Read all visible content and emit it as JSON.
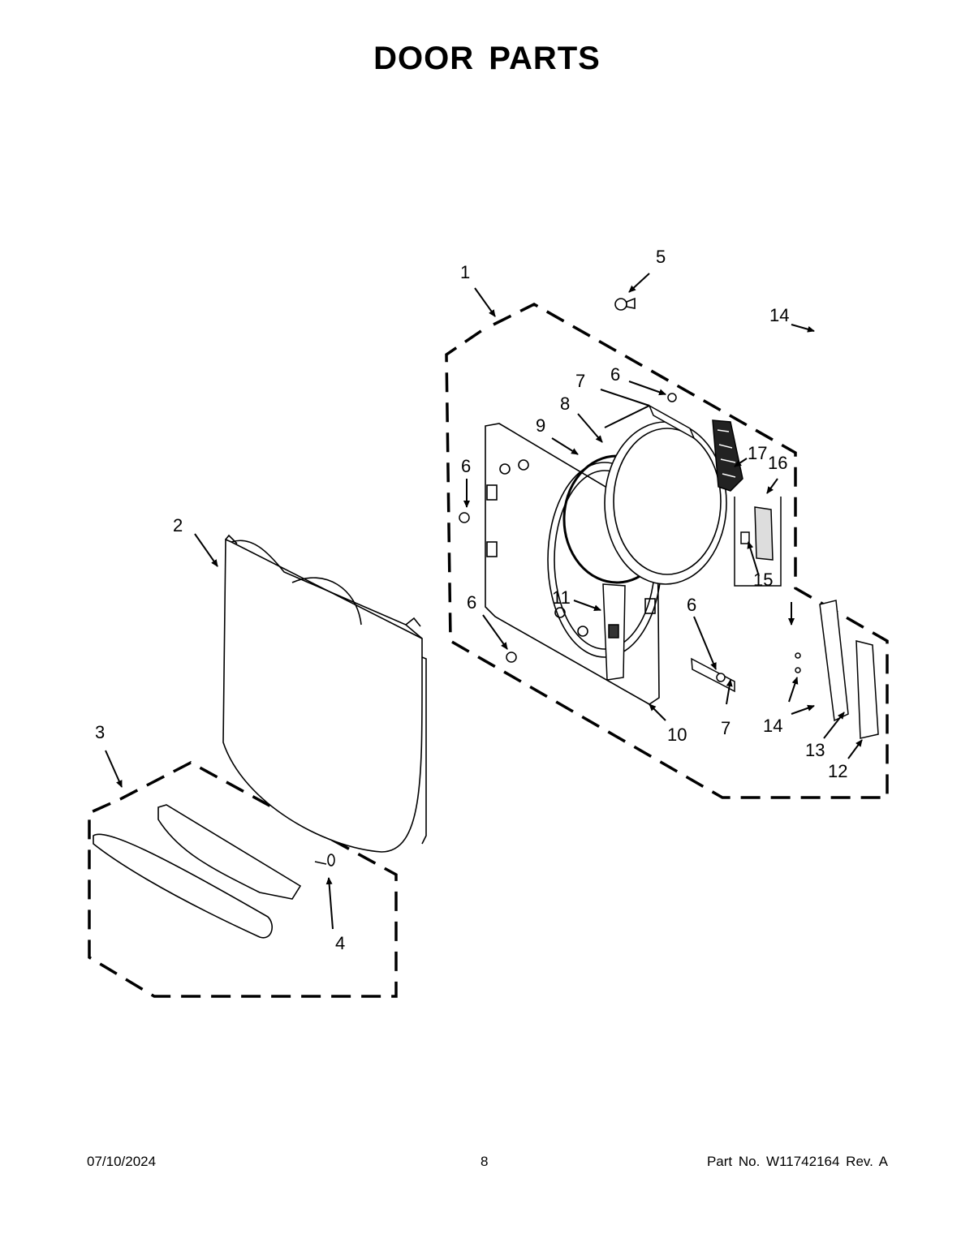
{
  "title": "DOOR PARTS",
  "callouts": [
    "1",
    "2",
    "3",
    "4",
    "5",
    "6",
    "7",
    "8",
    "9",
    "6",
    "6",
    "11",
    "6",
    "7",
    "10",
    "17",
    "16",
    "15",
    "14",
    "14",
    "13",
    "12"
  ],
  "footer": {
    "date": "07/10/2024",
    "page": "8",
    "part_no": "Part No.  W11742164  Rev.  A"
  }
}
